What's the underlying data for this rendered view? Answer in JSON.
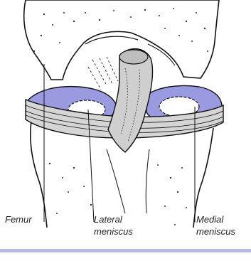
{
  "labels": {
    "femur": "Femur",
    "lateral_line1": "Lateral",
    "lateral_line2": "meniscus",
    "medial_line1": "Medial",
    "medial_line2": "meniscus"
  },
  "colors": {
    "meniscus_fill": "#9a9ae0",
    "ligament_fill": "#cfcfcf",
    "bottom_bar": "#b9b9e6",
    "line": "#111111"
  }
}
